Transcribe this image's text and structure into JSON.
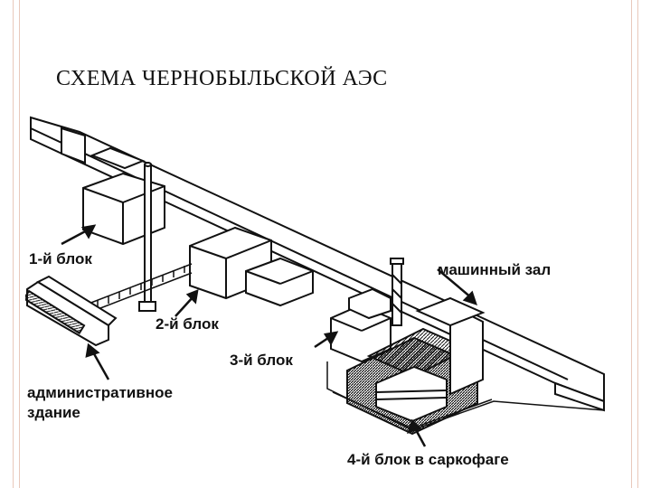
{
  "slide": {
    "title": "СХЕМА ЧЕРНОБЫЛЬСКОЙ АЭС"
  },
  "diagram": {
    "labels": {
      "unit1": "1-й блок",
      "unit2": "2-й блок",
      "unit3": "3-й блок",
      "unit4": "4-й блок в саркофаге",
      "turbine_hall": "машинный зал",
      "admin_line1": "административное",
      "admin_line2": "здание"
    }
  },
  "colors": {
    "frame": "#e9c9bb",
    "ink": "#111111",
    "background": "#ffffff"
  }
}
